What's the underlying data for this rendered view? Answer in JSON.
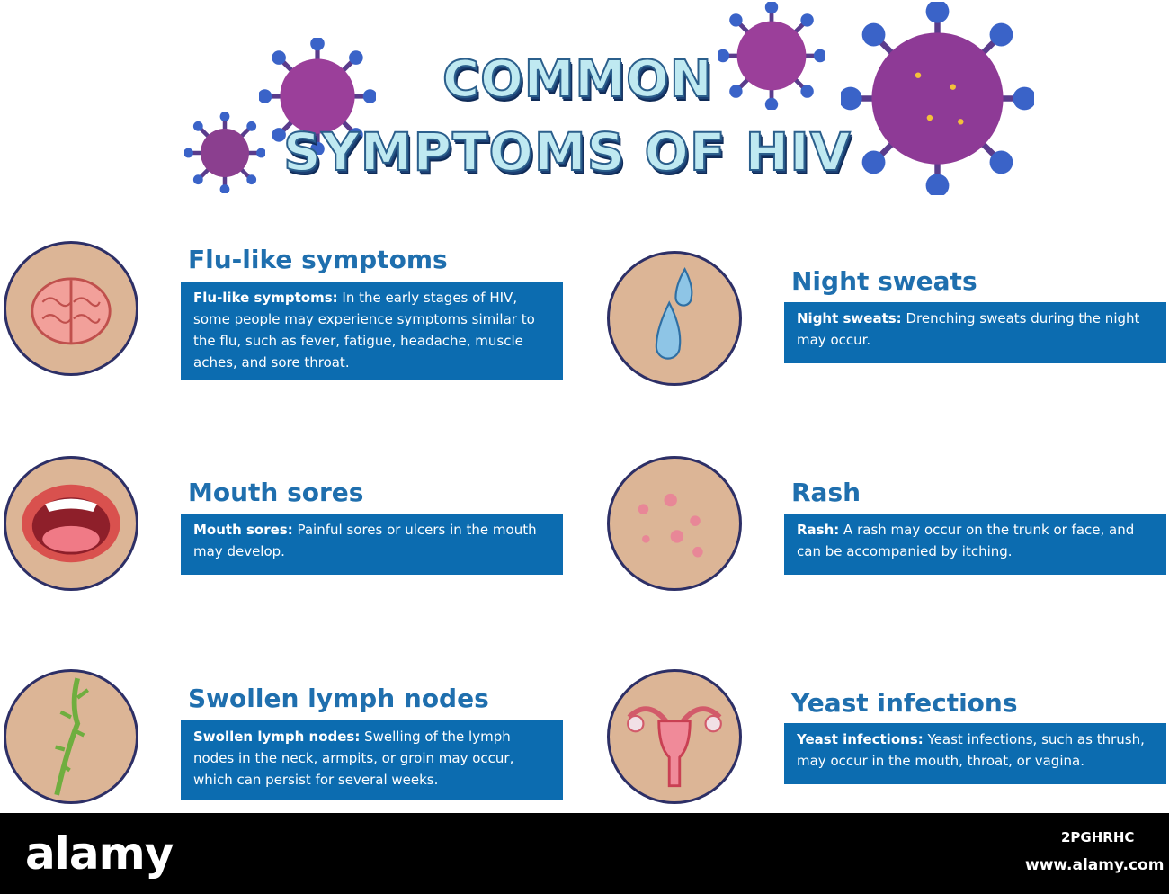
{
  "title": {
    "line1": "COMMON",
    "line2": "SYMPTOMS OF HIV"
  },
  "symptoms": [
    {
      "heading": "Flu-like symptoms",
      "term": "Flu-like symptoms:",
      "text": " In the early stages of HIV, some people may experience symptoms similar to the flu, such as fever, fatigue, headache, muscle aches, and sore throat.",
      "icon": "brain-icon"
    },
    {
      "heading": "Night sweats",
      "term": "Night sweats:",
      "text": " Drenching sweats during the night may occur.",
      "icon": "sweat-drops-icon"
    },
    {
      "heading": "Mouth sores",
      "term": "Mouth sores:",
      "text": " Painful sores or ulcers in the mouth may develop.",
      "icon": "mouth-icon"
    },
    {
      "heading": "Rash",
      "term": "Rash:",
      "text": " A rash may occur on the trunk or face, and can be accompanied by itching.",
      "icon": "rash-skin-icon"
    },
    {
      "heading": "Swollen lymph nodes",
      "term": "Swollen lymph nodes:",
      "text": " Swelling of the lymph nodes in the neck, armpits, or groin may occur, which can persist for several weeks.",
      "icon": "lymph-vessel-icon"
    },
    {
      "heading": "Yeast infections",
      "term": "Yeast infections:",
      "text": " Yeast infections, such as thrush, may occur in the mouth, throat, or vagina.",
      "icon": "uterus-icon"
    }
  ],
  "footer": {
    "brand": "alamy",
    "image_id": "2PGHRHC",
    "url": "www.alamy.com"
  },
  "colors": {
    "box": "#0c6cb0",
    "heading": "#1f6fae",
    "skin": "#dcb596",
    "footer": "#000000"
  }
}
